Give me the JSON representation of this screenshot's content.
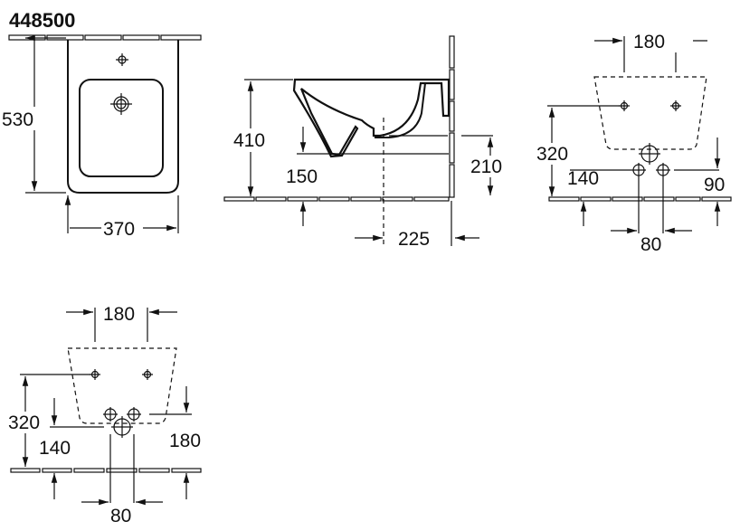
{
  "title": "448500",
  "front_view": {
    "height": "530",
    "width": "370"
  },
  "side_view": {
    "height": "410",
    "floor_gap": "150",
    "connection_height": "210",
    "wall_offset": "225"
  },
  "rear_view_1": {
    "hole_spacing": "180",
    "fixing_height": "320",
    "inlet_height": "140",
    "drain_height": "90",
    "inlet_spacing": "80"
  },
  "rear_view_2": {
    "hole_spacing": "180",
    "fixing_height": "320",
    "inlet_height": "140",
    "drain_height": "180",
    "inlet_spacing": "80"
  }
}
